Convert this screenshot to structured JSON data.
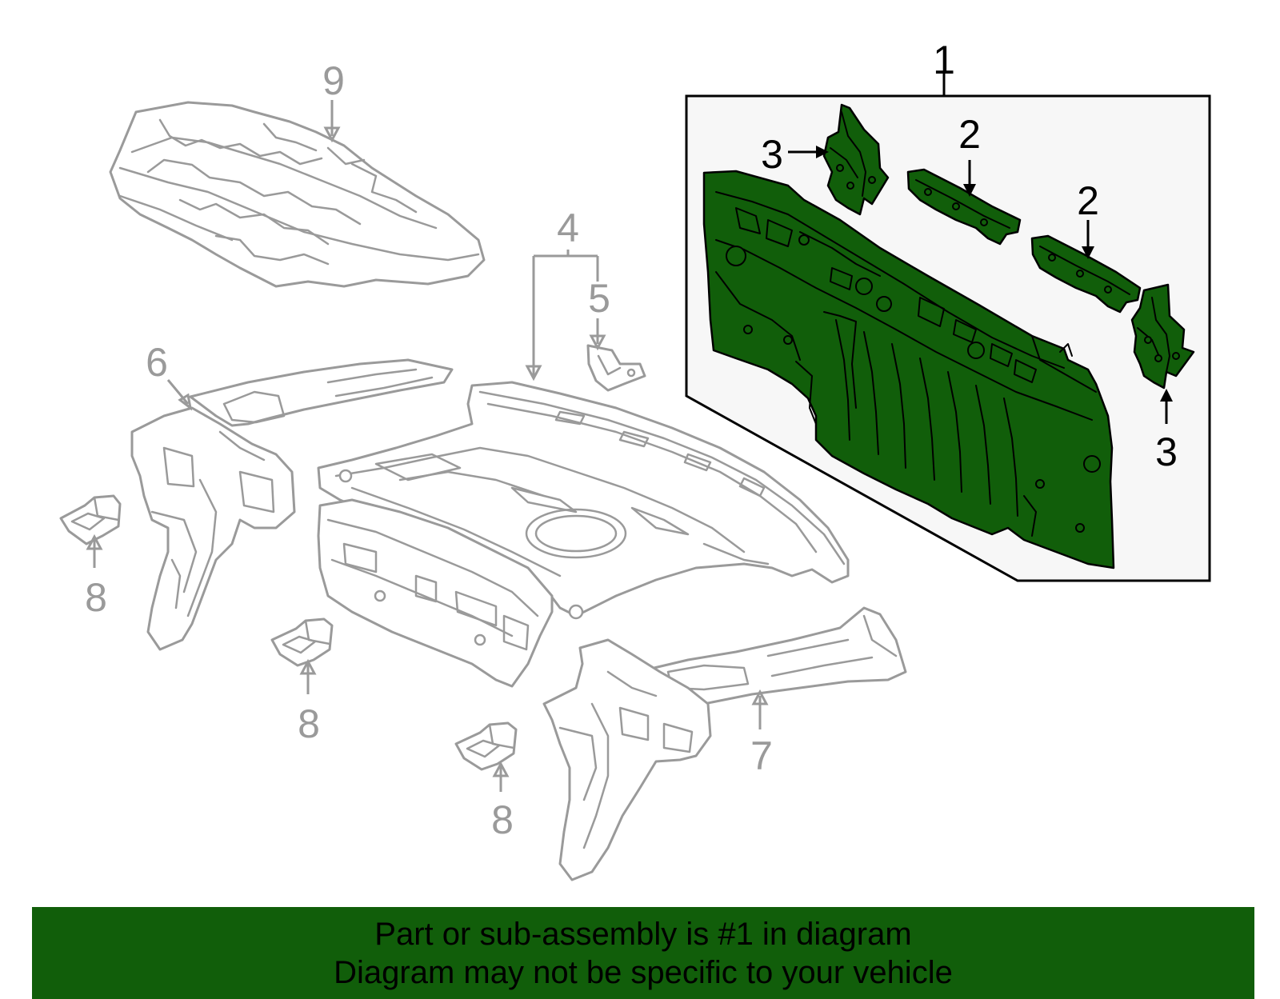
{
  "callouts": {
    "c1": "1",
    "c2a": "2",
    "c2b": "2",
    "c3a": "3",
    "c3b": "3",
    "c4": "4",
    "c5": "5",
    "c6": "6",
    "c7": "7",
    "c8a": "8",
    "c8b": "8",
    "c8c": "8",
    "c9": "9"
  },
  "banner": {
    "line1": "Part or sub-assembly is #1 in diagram",
    "line2": "Diagram may not be specific to your vehicle"
  },
  "colors": {
    "highlight": "#115e0a",
    "outline": "#9a9a9a",
    "banner_bg": "#115e0a"
  }
}
